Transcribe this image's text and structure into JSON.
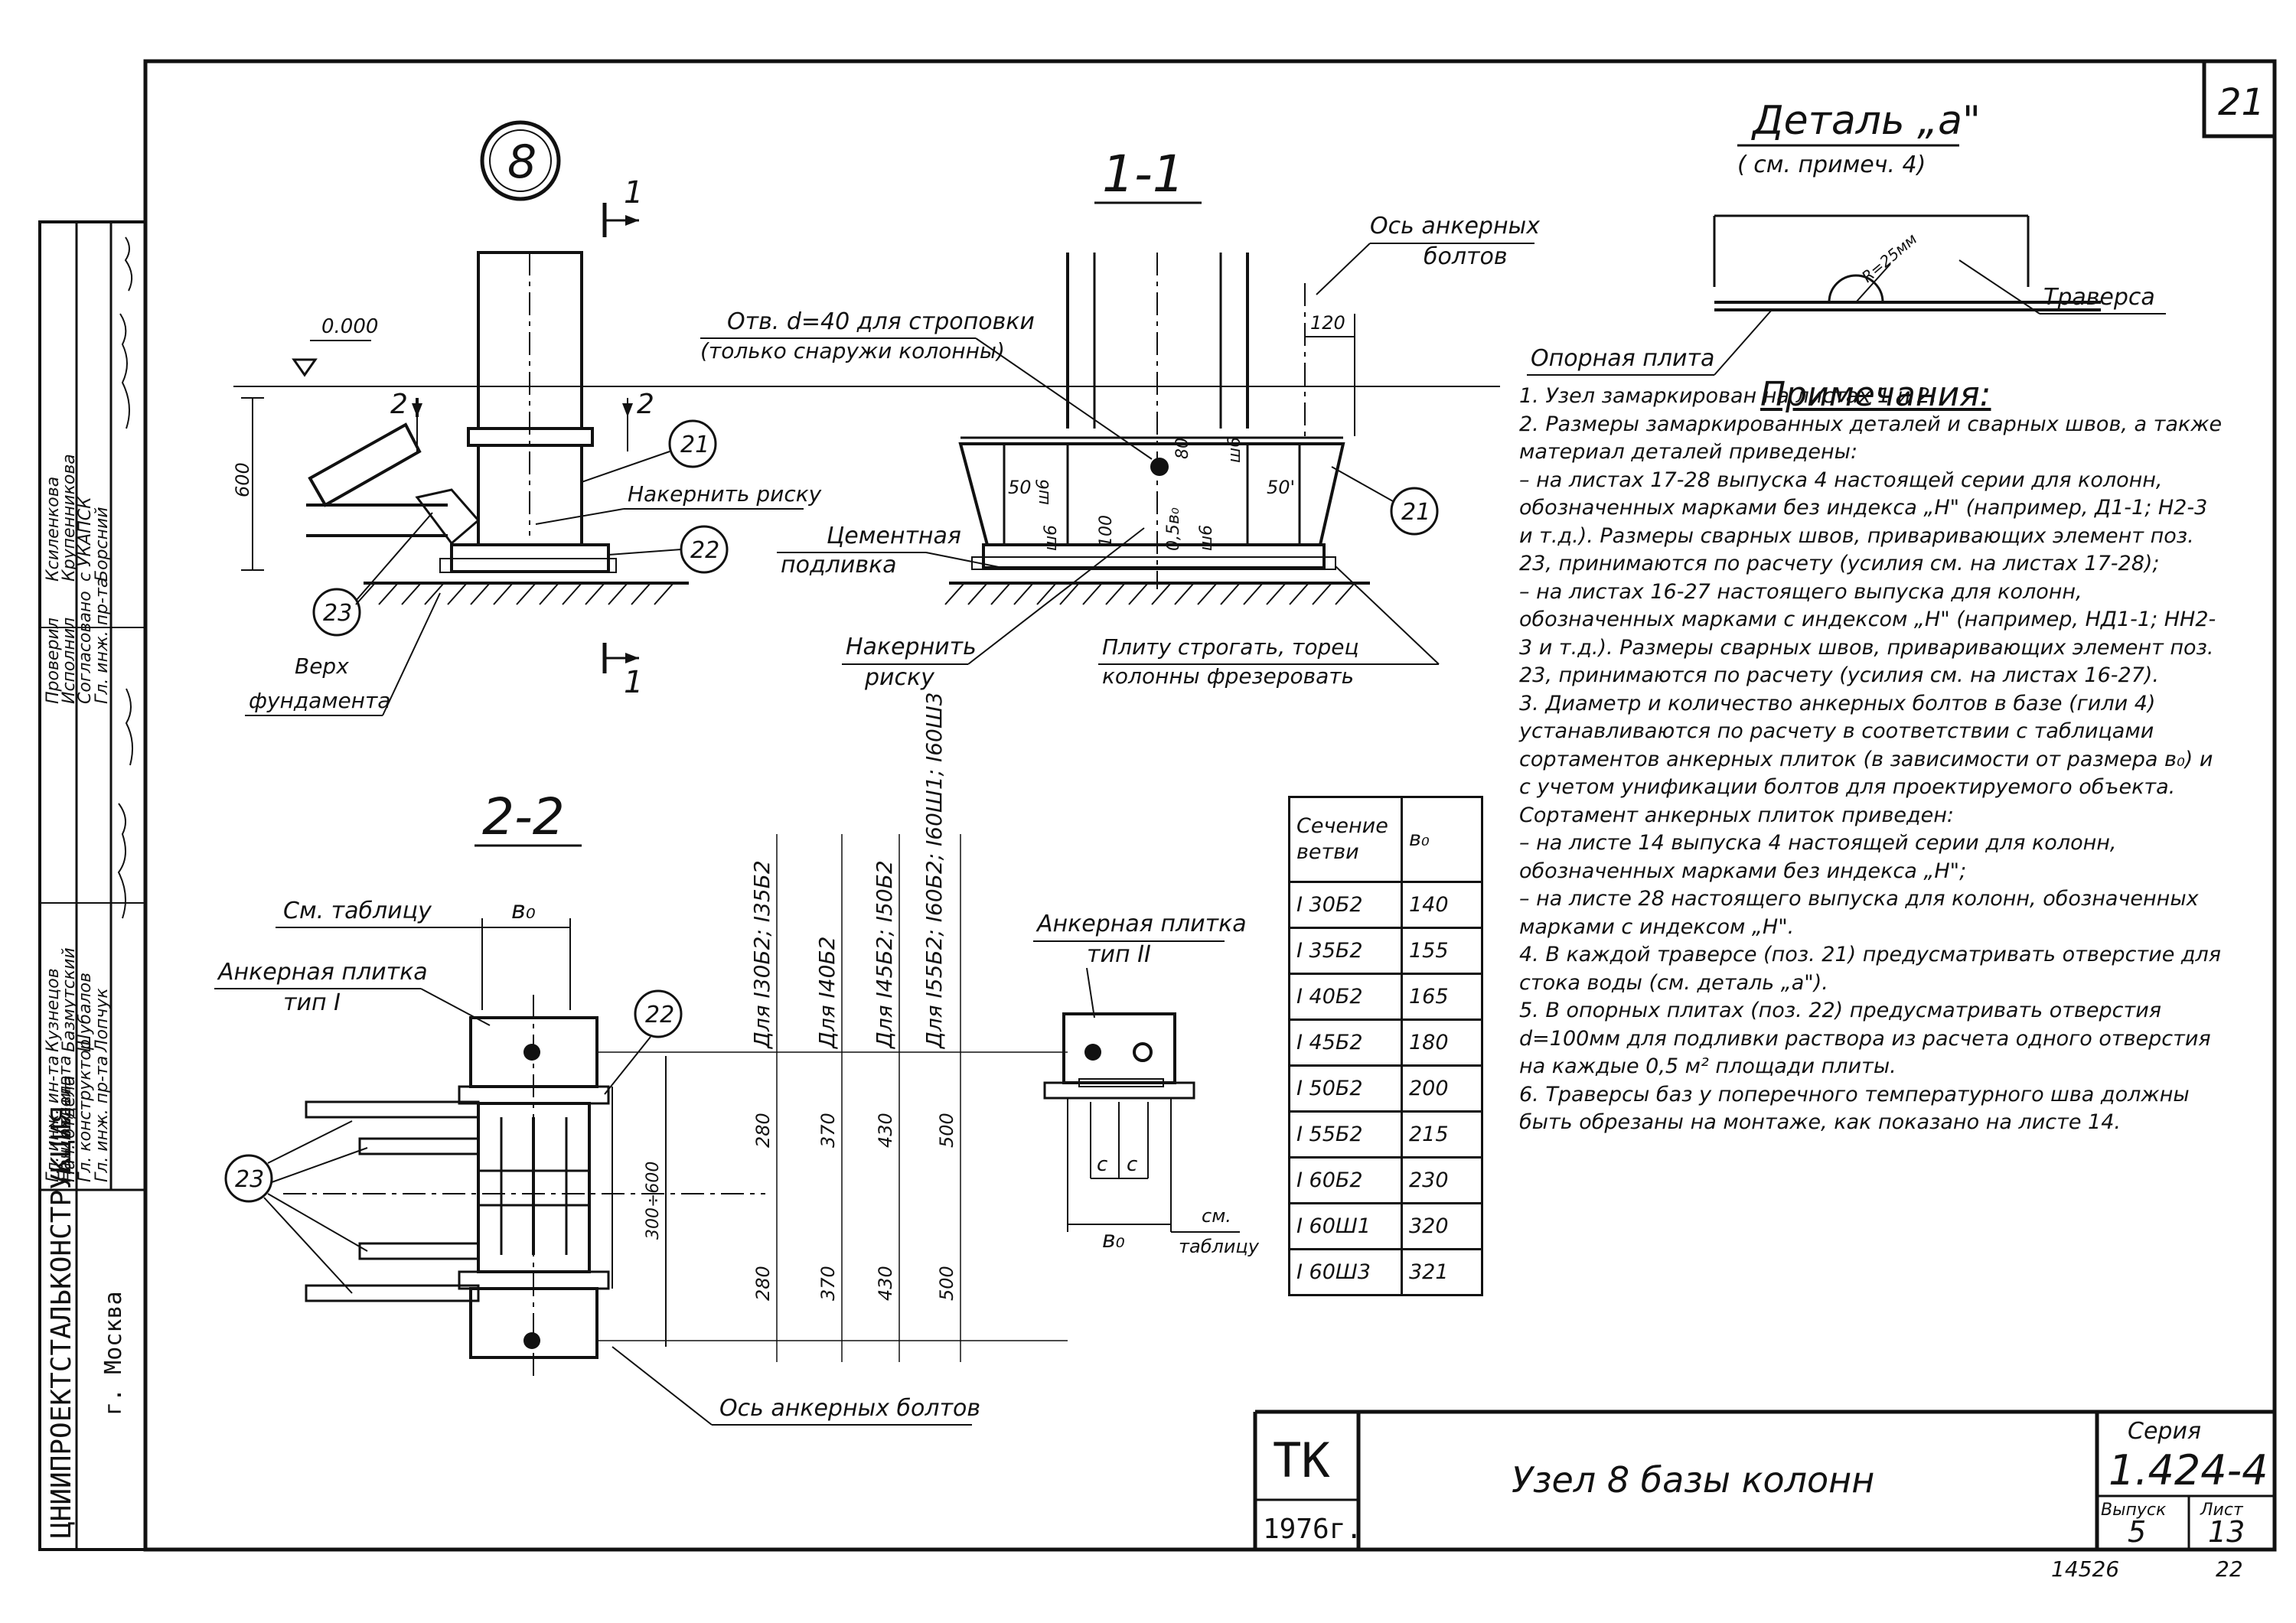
{
  "sheet": {
    "sheet_corner_number": "21",
    "node_number": "8",
    "bottom_number_left": "14526",
    "bottom_number_right": "22"
  },
  "views": {
    "node": {
      "section_mark": "1",
      "section_mark_2": "2",
      "level_label": "0.000",
      "dim_600": "600",
      "label_mark_risk": "Накернить риску",
      "label_foundation_top_1": "Верх",
      "label_foundation_top_2": "фундамента",
      "pos_21": "21",
      "pos_22": "22",
      "pos_23": "23"
    },
    "section_1_1": {
      "title": "1-1",
      "label_anchor_axis_1": "Ось анкерных",
      "label_anchor_axis_2": "болтов",
      "label_hole_1": "Отв. d=40 для строповки",
      "label_hole_2": "(только снаружи колонны)",
      "dim_120": "120",
      "dim_80": "80",
      "dim_50_left": "50",
      "dim_50_right": "50'",
      "weld_w6_a": "ш6",
      "weld_w6_b": "ш6",
      "weld_w6_c": "ш6",
      "weld_w6_d": "ш6",
      "dim_100": "100",
      "dim_05b0": "0,5в₀",
      "label_cement_1": "Цементная",
      "label_cement_2": "подливка",
      "label_mark_risk_1": "Накернить",
      "label_mark_risk_2": "риску",
      "label_plate_1": "Плиту строгать, торец",
      "label_plate_2": "колонны фрезеровать",
      "pos_21": "21"
    },
    "detail_a": {
      "title": "Деталь „а\"",
      "subtitle": "( см. примеч. 4)",
      "radius_label": "R=25мм",
      "label_traverse": "Траверса",
      "label_base_plate": "Опорная плита"
    },
    "section_2_2": {
      "title": "2-2",
      "label_see_table": "См. таблицу",
      "dim_b0": "в₀",
      "label_anchor_plate_1": "Анкерная плитка",
      "label_anchor_plate_type1": "тип I",
      "label_anchor_plate_type2": "тип II",
      "dim_range": "300÷600",
      "label_anchor_axis": "Ось анкерных болтов",
      "pos_22": "22",
      "pos_23": "23",
      "dim_c1": "с",
      "dim_c2": "с",
      "dim_b0_small": "в₀",
      "label_see_table_small_1": "см.",
      "label_see_table_small_2": "таблицу"
    },
    "dimension_columns": [
      {
        "label": "Для I30Б2; I35Б2",
        "top": "280",
        "bottom": "280"
      },
      {
        "label": "Для I40Б2",
        "top": "370",
        "bottom": "370"
      },
      {
        "label": "Для I45Б2; I50Б2",
        "top": "430",
        "bottom": "430"
      },
      {
        "label": "Для I55Б2; I60Б2; I60Ш1; I60Ш3",
        "top": "500",
        "bottom": "500"
      }
    ]
  },
  "section_table": {
    "header_col1": "Сечение ветви",
    "header_col2": "в₀",
    "rows": [
      {
        "section": "I 30Б2",
        "b0": "140"
      },
      {
        "section": "I 35Б2",
        "b0": "155"
      },
      {
        "section": "I 40Б2",
        "b0": "165"
      },
      {
        "section": "I 45Б2",
        "b0": "180"
      },
      {
        "section": "I 50Б2",
        "b0": "200"
      },
      {
        "section": "I 55Б2",
        "b0": "215"
      },
      {
        "section": "I 60Б2",
        "b0": "230"
      },
      {
        "section": "I 60Ш1",
        "b0": "320"
      },
      {
        "section": "I 60Ш3",
        "b0": "321"
      }
    ]
  },
  "notes": {
    "title": "Примечания:",
    "items": [
      "1. Узел замаркирован на листах 1 и 2.",
      "2. Размеры замаркированных деталей и сварных швов, а также материал деталей приведены:\n– на листах 17-28 выпуска 4 настоящей серии для колонн, обозначенных марками без индекса „Н\" (например, Д1-1; Н2-3 и т.д.). Размеры сварных швов, приваривающих элемент поз. 23, принимаются по расчету (усилия см. на листах 17-28);\n– на листах 16-27 настоящего выпуска для колонн, обозначенных марками с индексом „Н\" (например, НД1-1; НН2-3 и т.д.). Размеры сварных швов, приваривающих элемент поз. 23, принимаются по расчету (усилия см. на листах 16-27).",
      "3. Диаметр и количество анкерных болтов в базе (гили 4) устанавливаются по расчету в соответствии с таблицами сортаментов анкерных плиток (в зависимости от размера в₀) и с учетом унификации болтов для проектируемого объекта.\nСортамент анкерных плиток приведен:\n– на листе 14 выпуска 4 настоящей серии для колонн, обозначенных марками без индекса „Н\";\n– на листе 28 настоящего выпуска для колонн, обозначенных марками с индексом „Н\".",
      "4. В каждой траверсе (поз. 21) предусматривать отверстие для стока воды (см. деталь „а\").",
      "5. В опорных плитах (поз. 22) предусматривать отверстия d=100мм для подливки раствора из расчета одного отверстия на каждые 0,5 м² площади плиты.",
      "6. Траверсы баз у поперечного температурного шва должны быть обрезаны на монтаже, как показано на листе 14."
    ]
  },
  "left_strip": {
    "organization": "ЦНИИПРОЕКТСТАЛЬКОНСТРУКЦИЯ",
    "city": "г. Москва",
    "rows": [
      {
        "role": "Гл. инж. ин-та",
        "name": "Кузнецов"
      },
      {
        "role": "Нач. отдела",
        "name": "Базмутский"
      },
      {
        "role": "Гл. конструктор",
        "name": "Шубалов"
      },
      {
        "role": "Гл. инж. пр-та",
        "name": "Лопчук"
      },
      {
        "role": "Проверил",
        "name": "Ксиленкова"
      },
      {
        "role": "Исполнил",
        "name": "Крупенникова"
      },
      {
        "role": "Согласовано",
        "name": "с УКАПСК"
      },
      {
        "role": "Гл. инж. пр-та",
        "name": "Борсний"
      }
    ]
  },
  "stamp": {
    "code": "ТК",
    "year": "1976г.",
    "title": "Узел 8 базы колонн",
    "series_label": "Серия",
    "series": "1.424-4",
    "issue_label": "Выпуск",
    "issue": "5",
    "sheet_label": "Лист",
    "sheet": "13"
  }
}
